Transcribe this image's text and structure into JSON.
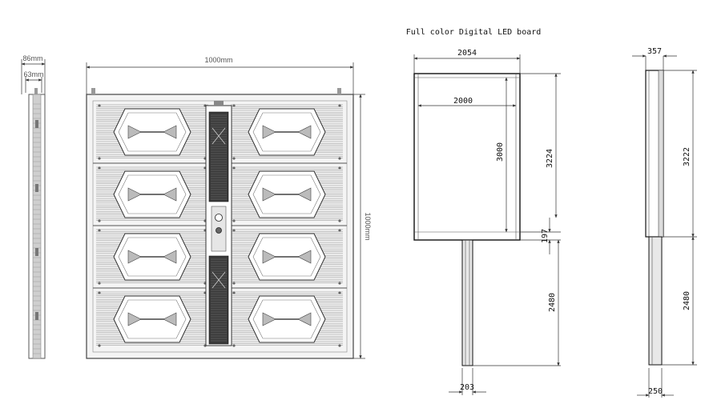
{
  "cabinet": {
    "depth_outer": "86mm",
    "depth_inner": "63mm",
    "width": "1000mm",
    "height": "1000mm"
  },
  "board": {
    "title": "Full color Digital LED board",
    "front": {
      "overall_width": "2054",
      "screen_width": "2000",
      "screen_height": "3000",
      "cabinet_height": "3224",
      "bottom_gap": "197",
      "pole_height": "2480",
      "pole_width": "203"
    },
    "side": {
      "depth": "357",
      "cabinet_height": "3222",
      "pole_height": "2480",
      "pole_depth": "250"
    }
  }
}
